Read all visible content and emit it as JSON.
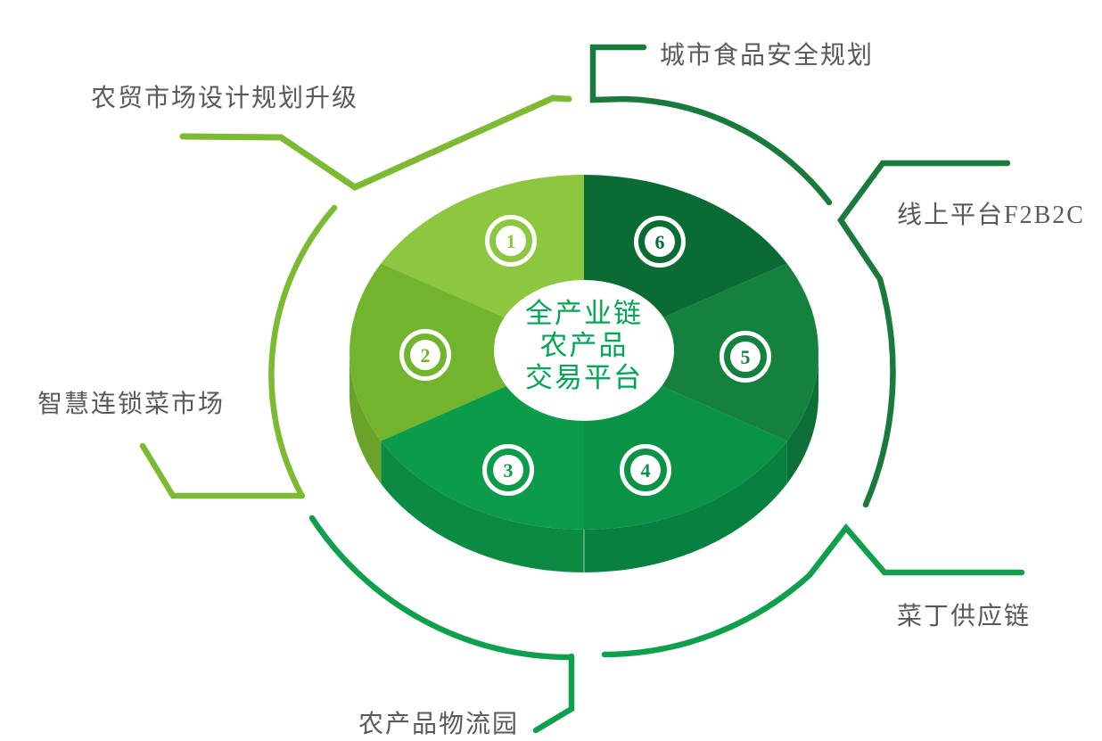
{
  "diagram": {
    "center_title": {
      "line1": "全产业链",
      "line2": "农产品",
      "line3": "交易平台"
    },
    "segments": [
      {
        "number": "1",
        "label": "农贸市场设计规划升级",
        "color": "#8DC63F"
      },
      {
        "number": "2",
        "label": "智慧连锁菜市场",
        "color": "#73B42E",
        "depth_color": "#69A32A"
      },
      {
        "number": "3",
        "label": "农产品物流园",
        "color": "#0C9B4A",
        "depth_color": "#0A8A42"
      },
      {
        "number": "4",
        "label": "菜丁供应链",
        "color": "#0A9246",
        "depth_color": "#088140"
      },
      {
        "number": "5",
        "label": "线上平台F2B2C",
        "color": "#15813E",
        "depth_color": "#0D7038"
      },
      {
        "number": "6",
        "label": "城市食品安全规划",
        "color": "#0B6B35"
      }
    ],
    "colors": {
      "background": "#FFFFFF",
      "label_text": "#58595B",
      "center_text": "#00A651",
      "badge_white": "#FFFFFF",
      "light_line": "#7CBA31",
      "mid_line": "#10A04D",
      "dark_line": "#1A7A3C"
    }
  }
}
